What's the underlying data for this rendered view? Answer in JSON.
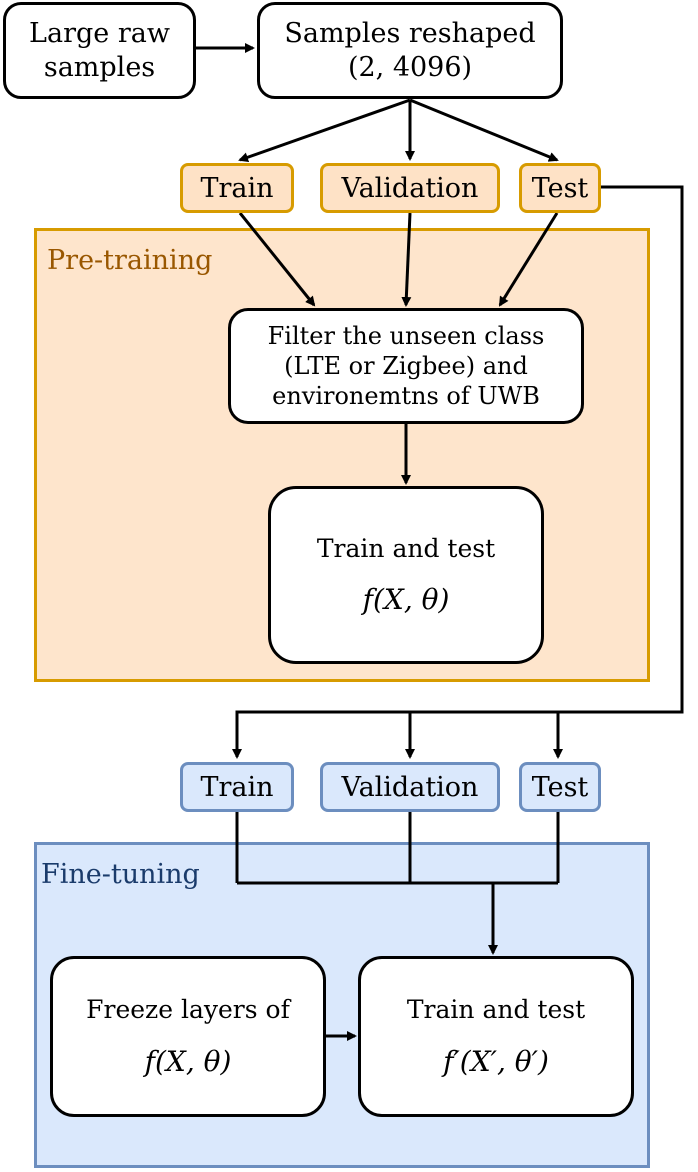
{
  "nodes": {
    "raw_samples": "Large raw samples",
    "reshaped": "Samples reshaped (2, 4096)",
    "filter": "Filter the unseen class (LTE or Zigbee) and environemtns of UWB",
    "pretrain_model_title": "Train and test",
    "pretrain_model_math": "f(X, θ)",
    "freeze_title": "Freeze layers of",
    "freeze_math": "f(X, θ)",
    "finetune_model_title": "Train and test",
    "finetune_model_math": "f′(X′, θ′)"
  },
  "splits_top": {
    "train": "Train",
    "validation": "Validation",
    "test": "Test"
  },
  "splits_bottom": {
    "train": "Train",
    "validation": "Validation",
    "test": "Test"
  },
  "regions": {
    "pretraining": "Pre-training",
    "finetuning": "Fine-tuning"
  },
  "colors": {
    "pretraining_fill": "#fee5cc",
    "pretraining_border": "#d79b00",
    "pretraining_title": "#995700",
    "finetuning_fill": "#dae8fc",
    "finetuning_border": "#6c8ebf",
    "finetuning_title": "#1a3b6b",
    "pill_orange_fill": "#fee2c6",
    "pill_blue_fill": "#dae8fc"
  }
}
